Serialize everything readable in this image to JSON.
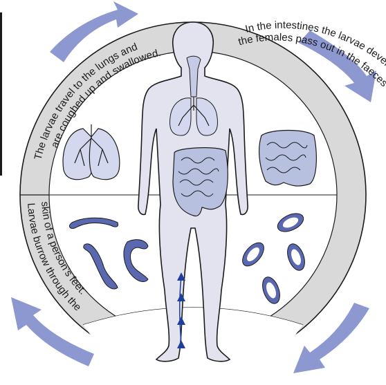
{
  "diagram": {
    "captions": {
      "top_left": "The larvae travel to the lungs and are coughed up and swallowed.",
      "top_left_line1": "The larvae travel to the lungs and",
      "top_left_line2": "are coughed up and swallowed.",
      "right": "In the intestines the larvae develop into adult worms. Eggs produced by the females pass out in the faeces and hatch into larvae in soil.",
      "right_line1": "In the intestines the larvae develop into adult worms. Eggs produced by",
      "right_line2": "the females pass out in the faeces and hatch into larvae in soil.",
      "bottom_left": "Larvae burrow through the skin of a person's feet.",
      "bottom_left_line1": "Larvae burrow through the",
      "bottom_left_line2": "skin of a person’s feet."
    },
    "colors": {
      "cycle_arrow": "#8d97d0",
      "ring_band": "#d9d9d9",
      "body_fill": "#e3e3ef",
      "organ_fill": "#b8c0e0",
      "worm_fill": "#5a68b0",
      "outline": "#1a1a1a",
      "leg_arrow": "#1f3f9c"
    }
  }
}
